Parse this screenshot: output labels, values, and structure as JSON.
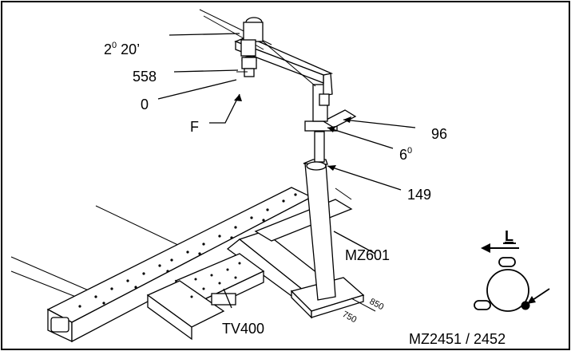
{
  "labels": {
    "angle_top": "2",
    "angle_top_deg": "0",
    "angle_top_min": " 20’",
    "num_558": "558",
    "num_0": "0",
    "letter_f": "F",
    "num_96": "96",
    "angle_6": "6",
    "angle_6_deg": "0",
    "num_149": "149",
    "model_mz601": "MZ601",
    "model_tv400": "TV400",
    "model_mz2451": "MZ2451 / 2452",
    "dim_850": "850",
    "dim_750": "750",
    "arrow_l": "L"
  }
}
